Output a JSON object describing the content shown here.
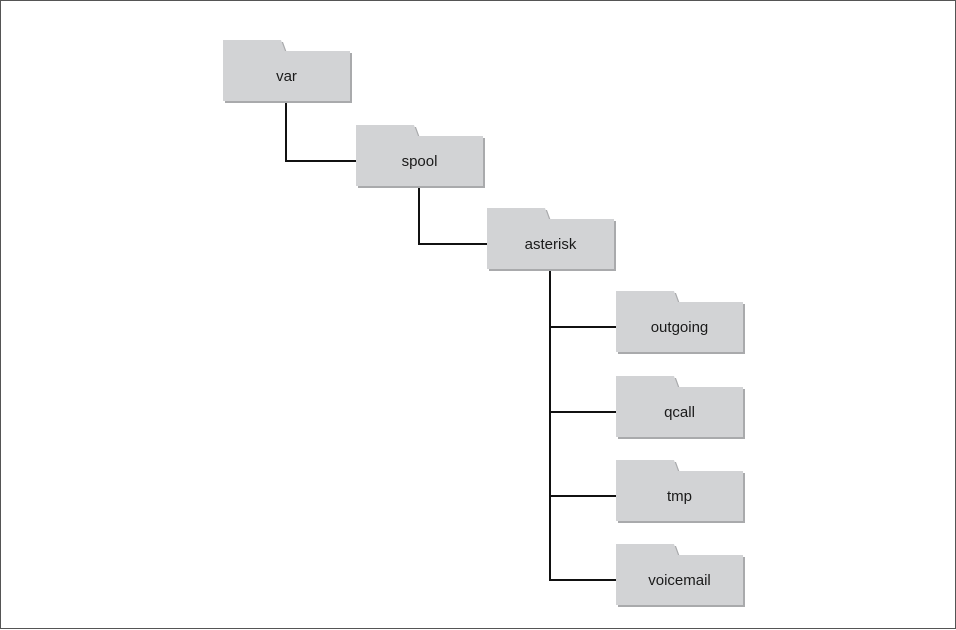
{
  "diagram": {
    "folders": [
      {
        "id": "var",
        "label": "var"
      },
      {
        "id": "spool",
        "label": "spool"
      },
      {
        "id": "asterisk",
        "label": "asterisk"
      },
      {
        "id": "outgoing",
        "label": "outgoing"
      },
      {
        "id": "qcall",
        "label": "qcall"
      },
      {
        "id": "tmp",
        "label": "tmp"
      },
      {
        "id": "voicemail",
        "label": "voicemail"
      }
    ],
    "edges": [
      {
        "from": "var",
        "to": "spool"
      },
      {
        "from": "spool",
        "to": "asterisk"
      },
      {
        "from": "asterisk",
        "to": "outgoing"
      },
      {
        "from": "asterisk",
        "to": "qcall"
      },
      {
        "from": "asterisk",
        "to": "tmp"
      },
      {
        "from": "asterisk",
        "to": "voicemail"
      }
    ],
    "colors": {
      "folder_fill": "#d2d3d5",
      "folder_shadow": "#a9aaac",
      "connector": "#111111"
    }
  }
}
